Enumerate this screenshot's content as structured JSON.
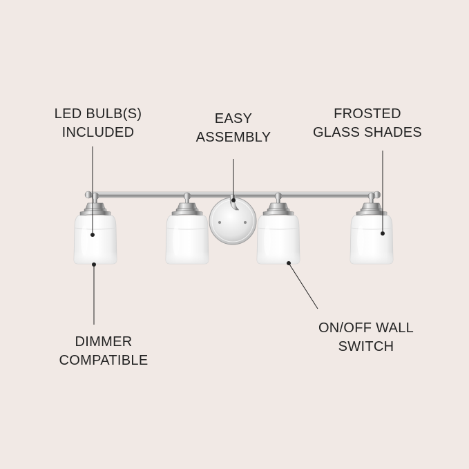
{
  "background_color": "#f1e9e5",
  "callouts": {
    "led_bulbs": {
      "line1": "LED BULB(S)",
      "line2": "INCLUDED"
    },
    "easy_assembly": {
      "line1": "EASY",
      "line2": "ASSEMBLY"
    },
    "frosted_glass": {
      "line1": "FROSTED",
      "line2": "GLASS SHADES"
    },
    "dimmer": {
      "line1": "DIMMER",
      "line2": "COMPATIBLE"
    },
    "wall_switch": {
      "line1": "ON/OFF WALL",
      "line2": "SWITCH"
    }
  },
  "fixture": {
    "shade_count": 4,
    "finish": "chrome",
    "shade_type": "frosted glass"
  }
}
